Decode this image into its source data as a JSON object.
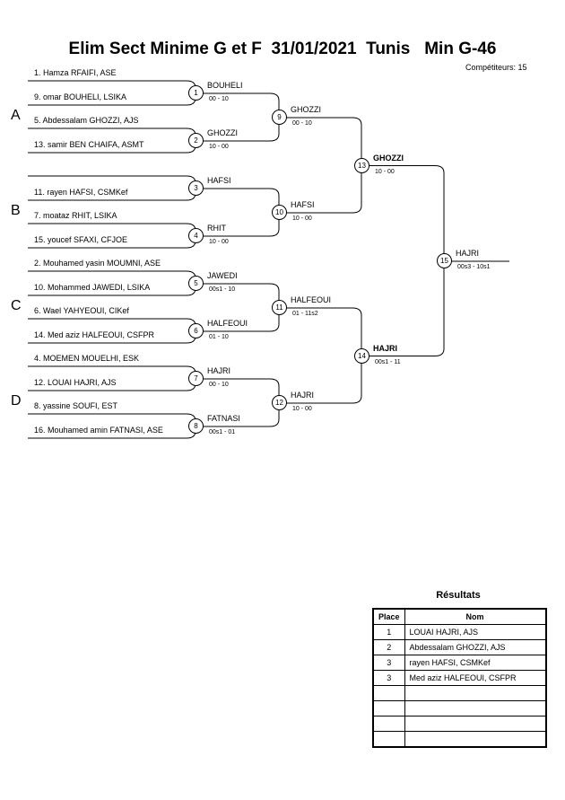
{
  "title": "Elim Sect Minime G et F  31/01/2021  Tunis   Min G-46",
  "competitors": "Compétiteurs: 15",
  "sections": [
    "A",
    "B",
    "C",
    "D"
  ],
  "players": [
    "1. Hamza RFAIFI, ASE",
    "9. omar BOUHELI, LSIKA",
    "5. Abdessalam GHOZZI, AJS",
    "13. samir BEN CHAIFA, ASMT",
    "",
    "11. rayen HAFSI, CSMKef",
    "7. moataz RHIT, LSIKA",
    "15. youcef SFAXI, CFJOE",
    "2. Mouhamed yasin MOUMNI, ASE",
    "10. Mohammed JAWEDI, LSIKA",
    "6. Wael YAHYEOUI, CIKef",
    "14. Med aziz HALFEOUI, CSFPR",
    "4. MOEMEN MOUELHI, ESK",
    "12. LOUAI HAJRI, AJS",
    "8. yassine SOUFI, EST",
    "16. Mouhamed amin FATNASI, ASE"
  ],
  "matches": [
    {
      "num": "1",
      "winner": "BOUHELI",
      "score": "00 - 10"
    },
    {
      "num": "2",
      "winner": "GHOZZI",
      "score": "10 - 00"
    },
    {
      "num": "3",
      "winner": "HAFSI",
      "score": ""
    },
    {
      "num": "4",
      "winner": "RHIT",
      "score": "10 - 00"
    },
    {
      "num": "5",
      "winner": "JAWEDI",
      "score": "00s1 - 10"
    },
    {
      "num": "6",
      "winner": "HALFEOUI",
      "score": "01 - 10"
    },
    {
      "num": "7",
      "winner": "HAJRI",
      "score": "00 - 10"
    },
    {
      "num": "8",
      "winner": "FATNASI",
      "score": "00s1 - 01"
    },
    {
      "num": "9",
      "winner": "GHOZZI",
      "score": "00 - 10"
    },
    {
      "num": "10",
      "winner": "HAFSI",
      "score": "10 - 00"
    },
    {
      "num": "11",
      "winner": "HALFEOUI",
      "score": "01 - 11s2"
    },
    {
      "num": "12",
      "winner": "HAJRI",
      "score": "10 - 00"
    },
    {
      "num": "13",
      "winner": "GHOZZI",
      "score": "10 - 00"
    },
    {
      "num": "14",
      "winner": "HAJRI",
      "score": "00s1 - 11"
    },
    {
      "num": "15",
      "winner": "HAJRI",
      "score": "00s3 - 10s1"
    }
  ],
  "results": {
    "title": "Résultats",
    "headers": {
      "place": "Place",
      "name": "Nom"
    },
    "rows": [
      {
        "place": "1",
        "name": "LOUAI HAJRI, AJS"
      },
      {
        "place": "2",
        "name": "Abdessalam GHOZZI, AJS"
      },
      {
        "place": "3",
        "name": "rayen HAFSI, CSMKef"
      },
      {
        "place": "3",
        "name": "Med aziz HALFEOUI, CSFPR"
      },
      {
        "place": "",
        "name": ""
      },
      {
        "place": "",
        "name": ""
      },
      {
        "place": "",
        "name": ""
      },
      {
        "place": "",
        "name": ""
      }
    ]
  }
}
